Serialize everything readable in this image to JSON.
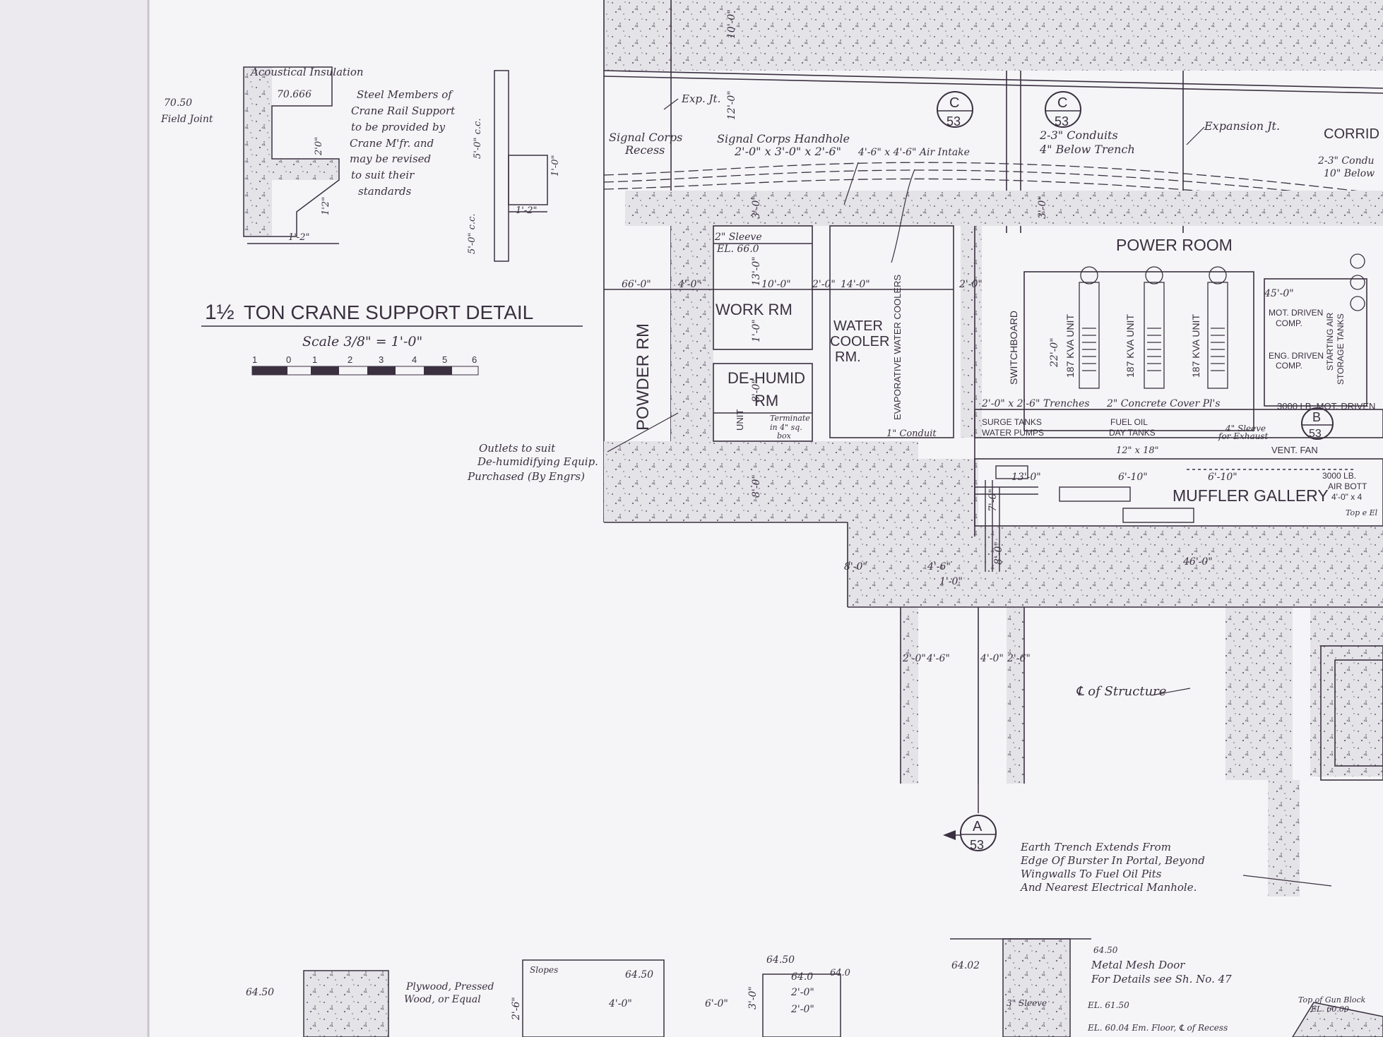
{
  "crane_detail": {
    "title_prefix": "1½",
    "title": "TON CRANE SUPPORT DETAIL",
    "scale": "Scale 3/8\" = 1'-0\"",
    "scale_ticks": [
      "1",
      "0",
      "1",
      "2",
      "3",
      "4",
      "5",
      "6"
    ],
    "acoustical": "Acoustical Insulation",
    "elev_7050": "70.50",
    "field_joint": "Field Joint",
    "elev_70666": "70.666",
    "steel_note": [
      "Steel Members of",
      "Crane Rail Support",
      "to be provided by",
      "Crane M'fr. and",
      "may be revised",
      "to suit their",
      "standards"
    ],
    "dims": [
      "2'0\"",
      "1'2\"",
      "1'-2\"",
      "5'-0\" c.c.",
      "1'-0\"",
      "1'-2\"",
      "5'-0\" c.c."
    ]
  },
  "notes": {
    "exp_jt_left": "Exp. Jt.",
    "signal_recess": [
      "Signal Corps",
      "Recess"
    ],
    "signal_handhole": [
      "Signal Corps Handhole",
      "2'-0\" x 3'-0\" x 2'-6\""
    ],
    "air_intake": "4'-6\" x 4'-6\" Air Intake",
    "conduits": [
      "2-3\" Conduits",
      "4\" Below Trench"
    ],
    "expansion_jt": "Expansion Jt.",
    "corridor": "CORRID",
    "corridor_conduits": [
      "2-3\" Condu",
      "10\" Below"
    ],
    "sleeve": [
      "2\" Sleeve",
      "EL. 66.0"
    ],
    "outlets": [
      "Outlets to suit",
      "De-humidifying Equip.",
      "Purchased (By Engrs)"
    ],
    "terminate": [
      "Terminate",
      "in 4\" sq.",
      "box"
    ],
    "conduit_1": "1\" Conduit",
    "trenches": "2'-0\" x 2'-6\" Trenches",
    "concrete_cover": "2\" Concrete Cover Pl's",
    "sleeve_exhaust": [
      "4\" Sleeve",
      "for Exhaust"
    ],
    "trench_size": "12\" x 18\"",
    "structure": "℄ of Structure",
    "earth_trench": [
      "Earth Trench Extends From",
      "Edge Of Burster In Portal, Beyond",
      "Wingwalls To Fuel Oil Pits",
      "And Nearest Electrical Manhole."
    ],
    "plywood": [
      "Plywood, Pressed",
      "Wood, or Equal"
    ],
    "slopes": "Slopes",
    "metal_mesh": [
      "Metal Mesh Door",
      "For Details see Sh. No. 47"
    ],
    "sleeve_3": "3\" Sleeve",
    "el_6150": "EL. 61.50",
    "el_6004": "EL. 60.04 Em. Floor, ℄ of Recess",
    "gun_block": [
      "Top of Gun Block",
      "EL. 60.00"
    ],
    "el_6450": "64.50",
    "el_640": "64.0"
  },
  "rooms": {
    "powder": "POWDER  RM",
    "work": "WORK RM",
    "dehumid_1": "DE-HUMID",
    "dehumid_2": "RM",
    "unit": "UNIT",
    "water_cooler": [
      "WATER",
      "COOLER",
      "RM."
    ],
    "evap": "EVAPORATIVE WATER COOLERS",
    "switchboard": "SWITCHBOARD",
    "power_room": "POWER  ROOM",
    "kva_unit": "187 KVA UNIT",
    "mot_comp": [
      "MOT. DRIVEN",
      "COMP."
    ],
    "eng_comp": [
      "ENG. DRIVEN",
      "COMP."
    ],
    "starting_air": [
      "STARTING AIR",
      "STORAGE TANKS"
    ],
    "mot_driven_3000": "3000 LB. MOT. DRIVEN",
    "surge": [
      "SURGE TANKS",
      "WATER PUMPS"
    ],
    "fuel_oil": [
      "FUEL OIL",
      "DAY TANKS"
    ],
    "vent_fan": "VENT. FAN",
    "muffler": "MUFFLER  GALLERY",
    "air_bottle": [
      "3000 LB.",
      "AIR BOTT",
      "4'-0\" x 4"
    ],
    "top_el": "Top e El"
  },
  "dimensions": {
    "d66": "66'-0\"",
    "d4a": "4'-0\"",
    "d10": "10'-0\"",
    "d2a": "2'-0\"",
    "d14": "14'-0\"",
    "d2b": "2'-0\"",
    "d45": "45'-0\"",
    "d12": "12'-0\"",
    "d10v": "10'-0\"",
    "d3": "3'-0\"",
    "d13": "13'-0\"",
    "d11": "1'-0\"",
    "d8v": "8'-0\"",
    "d8v2": "8'-0\"",
    "d22": "22'-0\"",
    "d3b": "3'-0\"",
    "d13b": "13'-0\"",
    "d6a": "6'-10\"",
    "d6b": "6'-10\"",
    "d7": "7'-0\"",
    "d8a": "8'-0\"",
    "d46a": "4'-6\"",
    "d1b": "1'-0\"",
    "d8c": "8'-0\"",
    "d46": "46'-0\"",
    "d2c": "2'-0\"",
    "d46b": "4'-6\"",
    "d4c": "4'-0\"",
    "d2d": "2'-6\"",
    "d64": "64.50",
    "d4d": "4'-0\"",
    "d6c": "6'-0\"",
    "d3c": "3'-0\"",
    "d2e": "2'-0\"",
    "d2f": "2'-0\"",
    "d64b": "64.50",
    "d640": "64.0",
    "d64c": "64.50",
    "d64d": "64.02",
    "d2g": "2'-6\""
  },
  "section_marks": [
    {
      "letter": "C",
      "sheet": "53"
    },
    {
      "letter": "C",
      "sheet": "53"
    },
    {
      "letter": "B",
      "sheet": "53"
    },
    {
      "letter": "A",
      "sheet": "53"
    }
  ],
  "colors": {
    "ink": "#3a3040",
    "paper": "#f3f3f5",
    "gutter": "#e6e6ea",
    "fill": "#bdb8c2"
  }
}
